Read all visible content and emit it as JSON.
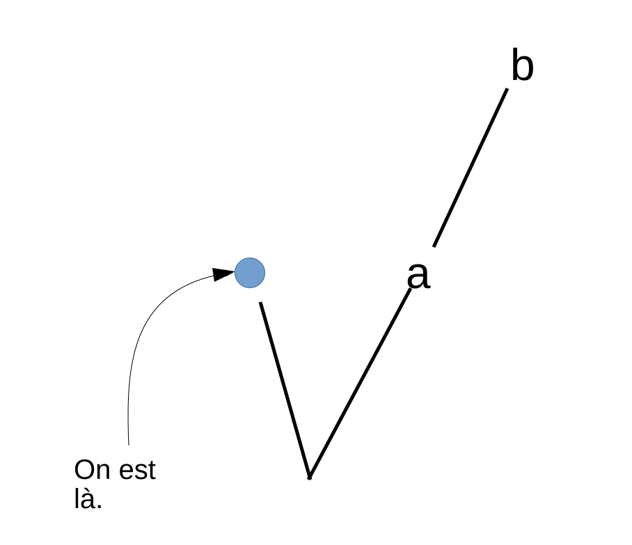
{
  "diagram": {
    "labels": {
      "a": "a",
      "b": "b"
    },
    "annotation": {
      "line1": "On est",
      "line2": "là."
    },
    "colors": {
      "stroke": "#000000",
      "marker_fill": "#729fcf",
      "marker_stroke": "#3465a4",
      "background": "#ffffff"
    }
  }
}
